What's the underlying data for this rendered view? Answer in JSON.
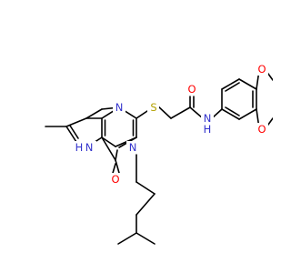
{
  "colors": {
    "bond": "#000000",
    "carbon": "#000000",
    "nitrogen": "#3333cc",
    "oxygen": "#ff0000",
    "sulfur": "#b3a100"
  },
  "atoms": {
    "n_top": "N",
    "s": "S",
    "o_amide": "O",
    "nh_amide": "N",
    "nh_amide_h": "H",
    "o_ring_top": "O",
    "o_ring_bottom": "O",
    "nh_pyrrole": "H",
    "nh_pyrrole_n": "N",
    "n_ring": "N",
    "o_carbonyl": "O"
  }
}
